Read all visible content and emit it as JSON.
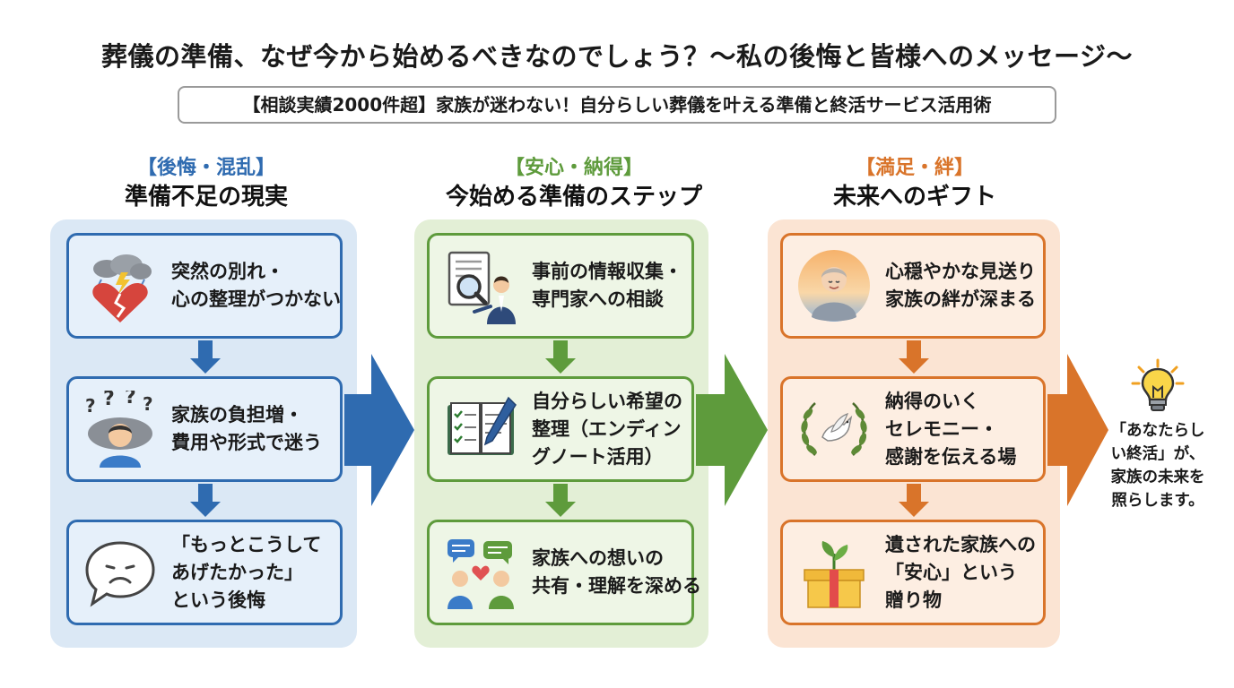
{
  "title": "葬儀の準備、なぜ今から始めるべきなのでしょう？〜私の後悔と皆様へのメッセージ〜",
  "subtitle": "【相談実績2000件超】家族が迷わない！自分らしい葬儀を叶える準備と終活サービス活用術",
  "colors": {
    "blue": "#2f6bb0",
    "blue_bg": "#dbe8f5",
    "green": "#5e9b3c",
    "green_bg": "#e3efd6",
    "orange": "#d9742a",
    "orange_bg": "#fbe4d3"
  },
  "columns": [
    {
      "tag": "【後悔・混乱】",
      "name": "準備不足の現実",
      "cards": [
        {
          "icon": "storm-broken-heart-icon",
          "lines": [
            "突然の別れ・",
            "心の整理がつかない"
          ]
        },
        {
          "icon": "confused-person-icon",
          "lines": [
            "家族の負担増・",
            "費用や形式で迷う"
          ]
        },
        {
          "icon": "sad-speech-bubble-icon",
          "lines": [
            "「もっとこうして",
            "あげたかった」",
            "という後悔"
          ]
        }
      ]
    },
    {
      "tag": "【安心・納得】",
      "name": "今始める準備のステップ",
      "cards": [
        {
          "icon": "document-consultation-icon",
          "lines": [
            "事前の情報収集・",
            "専門家への相談"
          ]
        },
        {
          "icon": "ending-note-icon",
          "lines": [
            "自分らしい希望の",
            "整理（エンディン",
            "グノート活用）"
          ]
        },
        {
          "icon": "family-conversation-icon",
          "lines": [
            "家族への想いの",
            "共有・理解を深める"
          ]
        }
      ]
    },
    {
      "tag": "【満足・絆】",
      "name": "未来へのギフト",
      "cards": [
        {
          "icon": "peaceful-face-icon",
          "lines": [
            "心穏やかな見送り",
            "家族の絆が深まる"
          ]
        },
        {
          "icon": "dove-wreath-icon",
          "lines": [
            "納得のいく",
            "セレモニー・",
            "感謝を伝える場"
          ]
        },
        {
          "icon": "gift-sprout-icon",
          "lines": [
            "遺された家族への",
            "「安心」という",
            "贈り物"
          ]
        }
      ]
    }
  ],
  "closing": {
    "icon": "lightbulb-icon",
    "lines": [
      "「あなたらし",
      "い終活」が、",
      "家族の未来を",
      "照らします。"
    ]
  }
}
